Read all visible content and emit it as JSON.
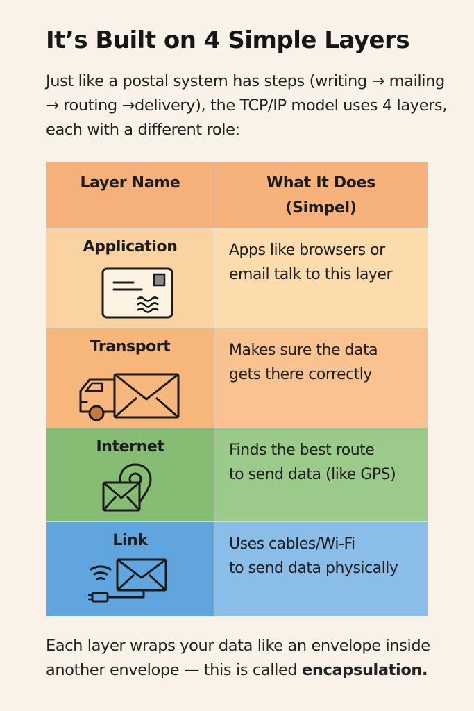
{
  "title": "It’s Built on 4 Simple Layers",
  "intro": "Just like a postal system has steps (writing → mailing → routing →delivery), the TCP/IP model uses 4 layers, each with a different role:",
  "table": {
    "header": {
      "col1": "Layer Name",
      "col2_line1": "What It Does",
      "col2_line2": "(Simpel)"
    },
    "rows": [
      {
        "name": "Application",
        "desc_line1": "Apps like browsers or",
        "desc_line2": "email talk to this layer",
        "icon": "envelope-letter-icon"
      },
      {
        "name": "Transport",
        "desc_line1": "Makes sure the data",
        "desc_line2": "gets there correctly",
        "icon": "truck-envelope-icon"
      },
      {
        "name": "Internet",
        "desc_line1": "Finds the best route",
        "desc_line2": "to send data (like GPS)",
        "icon": "envelope-location-pin-icon"
      },
      {
        "name": "Link",
        "desc_line1": "Uses cables/Wi-Fi",
        "desc_line2": "to send data physically",
        "icon": "wifi-cable-envelope-icon"
      }
    ]
  },
  "outro": {
    "text": "Each layer wraps your data like an envelope inside another envelope — this is called",
    "bold": "encapsulation."
  },
  "colors": {
    "background": "#f8f2e9",
    "header_row": "#f6b07a",
    "application_row": "#fbd8a8",
    "transport_row": "#f8bd84",
    "internet_left": "#86bc74",
    "internet_right": "#9ccb8c",
    "link_left": "#62a6df",
    "link_right": "#8abde9"
  }
}
